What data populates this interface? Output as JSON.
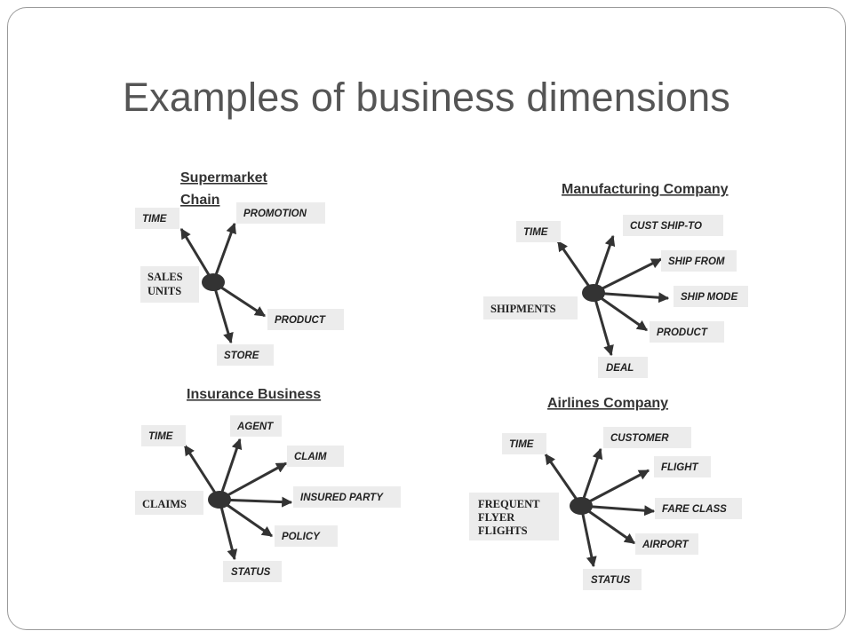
{
  "slide": {
    "title": "Examples of business dimensions"
  },
  "diagrams": [
    {
      "title_lines": [
        "Supermarket",
        "Chain"
      ],
      "fact_lines": [
        "SALES",
        "UNITS"
      ],
      "dimensions": [
        "TIME",
        "PROMOTION",
        "PRODUCT",
        "STORE"
      ]
    },
    {
      "title_lines": [
        "Manufacturing Company"
      ],
      "fact_lines": [
        "SHIPMENTS"
      ],
      "dimensions": [
        "TIME",
        "CUST SHIP-TO",
        "SHIP FROM",
        "SHIP MODE",
        "PRODUCT",
        "DEAL"
      ]
    },
    {
      "title_lines": [
        "Insurance Business"
      ],
      "fact_lines": [
        "CLAIMS"
      ],
      "dimensions": [
        "TIME",
        "AGENT",
        "CLAIM",
        "INSURED PARTY",
        "POLICY",
        "STATUS"
      ]
    },
    {
      "title_lines": [
        "Airlines Company"
      ],
      "fact_lines": [
        "FREQUENT",
        "FLYER",
        "FLIGHTS"
      ],
      "dimensions": [
        "TIME",
        "CUSTOMER",
        "FLIGHT",
        "FARE CLASS",
        "AIRPORT",
        "STATUS"
      ]
    }
  ]
}
